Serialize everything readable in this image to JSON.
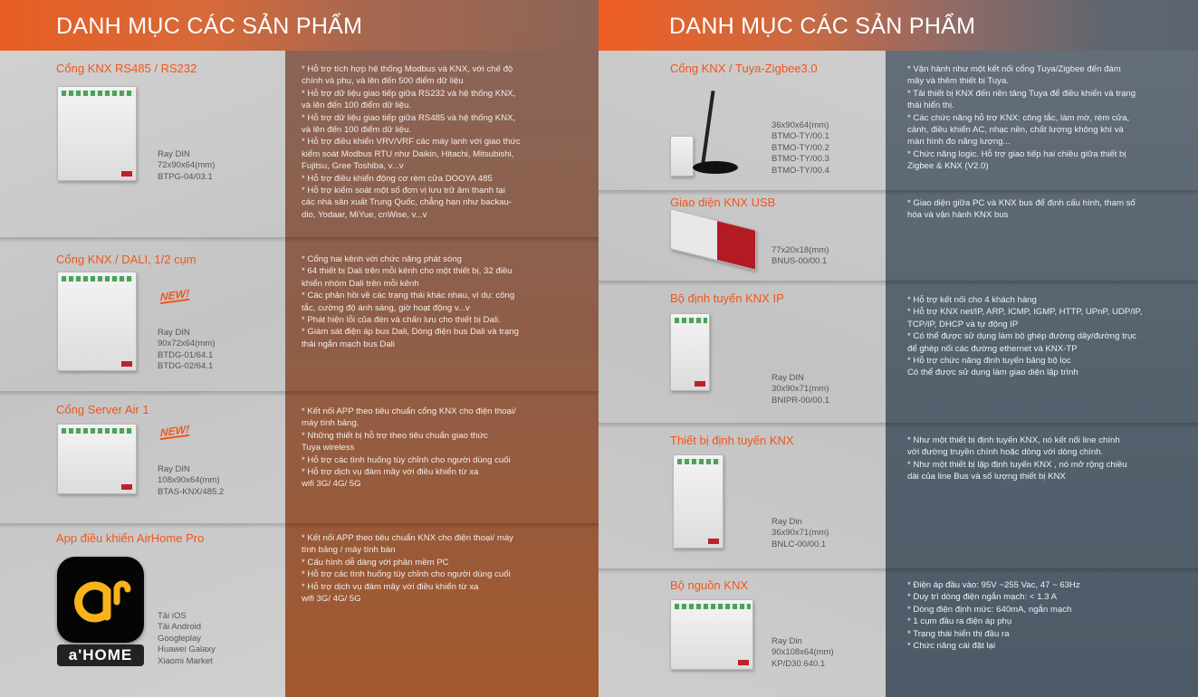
{
  "pages": [
    {
      "header_title": "DANH MỤC CÁC SẢN PHẨM",
      "products": [
        {
          "title": "Cổng KNX RS485 / RS232",
          "new": null,
          "specs": [
            "Ray DIN",
            "72x90x64(mm)",
            "BTPG-04/03.1"
          ],
          "description": [
            "* Hỗ trợ tích hợp hệ thống Modbus và KNX, với chế độ",
            "chính và phụ, và lên đến 500 điểm dữ liệu",
            "* Hỗ trợ dữ liệu giao tiếp giữa RS232 và hệ thống KNX,",
            "và lên đến 100 điểm dữ liệu.",
            "* Hỗ trợ dữ liệu giao tiếp giữa RS485 và hệ thống KNX,",
            "và lên đến 100 điểm dữ liệu.",
            "* Hỗ trợ điều khiển VRV/VRF các máy lạnh với giao thức",
            "kiểm soát Modbus RTU như Daikin, Hitachi, Mitsubishi,",
            "Fujitsu, Gree Toshiba, v...v",
            "* Hỗ trợ điều khiển động cơ rèm cửa DOOYA 485",
            "* Hỗ trợ kiểm soát một số đơn vị lưu trữ âm thanh tại",
            "các nhà sản xuất Trung Quốc, chẳng hạn như  backau-",
            "dio, Yodaar, MiYue, cnWise, v...v"
          ]
        },
        {
          "title": "Cổng KNX / DALI, 1/2 cụm",
          "new": "NEW!",
          "specs": [
            "Ray DIN",
            "90x72x64(mm)",
            "BTDG-01/64.1",
            "BTDG-02/64.1"
          ],
          "description": [
            "* Cổng hai kênh với chức năng phát sóng",
            "* 64 thiết bị Dali trên mỗi kênh cho một thiết bị, 32 điều",
            "khiển nhóm Dali trên mỗi kênh",
            "* Các phản hồi về các trạng thái khác nhau, ví dụ:  công",
            "tắc, cường độ ánh sáng, giờ hoạt động v...v",
            "* Phát hiện lỗi của đèn và chấn lưu cho thiết bị Dali.",
            "* Giám sát điện áp bus Dali, Dòng điện bus Dali và  trạng",
            "thái ngắn mạch bus Dali"
          ]
        },
        {
          "title": "Cổng Server Air 1",
          "new": "NEW!",
          "specs": [
            "Ray DIN",
            "108x90x64(mm)",
            "BTAS-KNX/485.2"
          ],
          "description": [
            "* Kết nối APP theo tiêu chuẩn cổng KNX cho điện thoại/",
            "máy tính bảng.",
            "* Những thiết bị hỗ trợ theo tiêu chuẩn giao thức",
            "Tuya wireless",
            "* Hỗ trợ các tình huống tùy chỉnh cho người dùng cuối",
            "* Hỗ trợ dịch vụ đám mây với điều khiển từ xa",
            "wifi 3G/ 4G/ 5G"
          ]
        },
        {
          "title": "App điều khiển AirHome Pro",
          "new": null,
          "logo_text": "a'HOME",
          "specs": [
            "Tải iOS",
            "Tải Android",
            "Googleplay",
            "Huawei Galaxy",
            "Xiaomi Market"
          ],
          "description": [
            "* Kết nối APP theo tiêu chuẩn KNX cho điện thoại/ máy",
            "tính bảng / máy tính bàn",
            "* Cấu hình dễ dàng với phần mềm PC",
            "* Hỗ trợ các tình huống tùy chỉnh cho người dùng cuối",
            "* Hỗ trợ dịch vụ đám mây với điều khiển từ xa",
            "wifi 3G/ 4G/ 5G"
          ]
        }
      ]
    },
    {
      "header_title": "DANH MỤC CÁC SẢN PHẨM",
      "products": [
        {
          "title": "Cổng KNX / Tuya-Zigbee3.0",
          "new": null,
          "specs": [
            "36x90x64(mm)",
            "BTMO-TY/00.1",
            "BTMO-TY/00.2",
            "BTMO-TY/00.3",
            "BTMO-TY/00.4"
          ],
          "description": [
            "* Vận hành như một kết nối cổng Tuya/Zigbee đến đám",
            "mây và thêm thiết bị Tuya.",
            "* Tải thiết bị KNX đến nền tảng Tuya để điều khiển và trạng",
            "thái hiển thị.",
            "* Các chức năng hỗ trợ KNX: công tắc, làm mờ, rèm cửa,",
            "cảnh, điều khiển AC, nhạc nền, chất lượng không khí và",
            "màn hình đo năng lượng...",
            "* Chức năng logic. Hỗ trợ giao tiếp hai chiều giữa thiết bị",
            "Zigbee & KNX (V2.0)"
          ]
        },
        {
          "title": "Giao diện KNX USB",
          "new": null,
          "specs": [
            "77x20x18(mm)",
            "BNUS-00/00.1"
          ],
          "description": [
            "* Giao diện giữa PC và KNX bus để định cấu hình, tham số",
            "hóa và vận hành KNX bus"
          ]
        },
        {
          "title": "Bộ định tuyến KNX IP",
          "new": null,
          "specs": [
            "Ray DIN",
            "30x90x71(mm)",
            "BNIPR-00/00.1"
          ],
          "description": [
            "* Hỗ trợ kết nối cho 4 khách hàng",
            "* Hỗ trợ KNX net/IP, ARP, ICMP, IGMP, HTTP, UPnP, UDP/IP,",
            "TCP/IP, DHCP và tự động IP",
            "* Có thể được sử dụng làm bộ ghép đường dây/đường trục",
            "để ghép nối các đường ethernet và KNX-TP",
            "* Hỗ trợ chức năng định tuyến bảng bộ lọc",
            "Có thể được sử dụng làm giao diện lập trình"
          ]
        },
        {
          "title": "Thiết bị định tuyến KNX",
          "new": null,
          "specs": [
            "Ray Din",
            "36x90x71(mm)",
            "BNLC-00/00.1"
          ],
          "description": [
            "* Như một thiết bị định tuyến KNX,  nó kết nối line chính",
            "với đường truyền chính hoặc dòng với dòng chính.",
            "* Như một thiết bị lặp định tuyến KNX , nó mở rộng chiều",
            "dài của line Bus và số lượng thiết bị KNX"
          ]
        },
        {
          "title": "Bộ nguồn KNX",
          "new": null,
          "specs": [
            "Ray Din",
            "90x108x64(mm)",
            "KP/D30.640.1"
          ],
          "description": [
            "* Điện áp đầu vào: 95V ~255 Vac, 47 ~ 63Hz",
            "* Duy trì dòng điện ngắn mạch: < 1.3 A",
            "* Dòng điện định mức: 640mA, ngắn mạch",
            "* 1 cụm đầu ra điện áp phụ",
            "* Trạng thái hiển thị đầu ra",
            "* Chức năng cài đặt lại"
          ]
        }
      ]
    }
  ]
}
